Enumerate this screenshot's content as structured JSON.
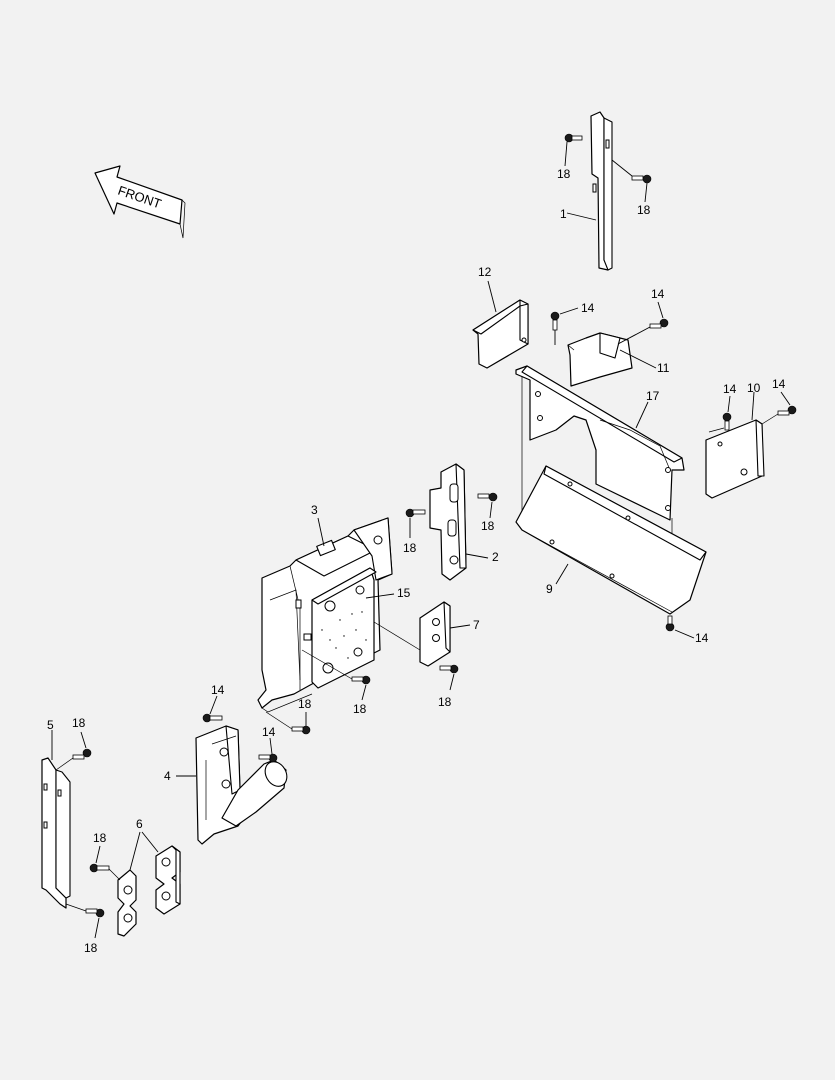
{
  "front_label": "FRONT",
  "callouts": {
    "c1": "1",
    "c2": "2",
    "c3": "3",
    "c4": "4",
    "c5": "5",
    "c6": "6",
    "c7": "7",
    "c9": "9",
    "c10": "10",
    "c11": "11",
    "c12": "12",
    "c15": "15",
    "c17": "17",
    "bolt18_a": "18",
    "bolt18_b": "18",
    "bolt18_c": "18",
    "bolt18_d": "18",
    "bolt18_e": "18",
    "bolt18_f": "18",
    "bolt18_g": "18",
    "bolt18_h": "18",
    "bolt18_i": "18",
    "bolt18_j": "18",
    "bolt14_a": "14",
    "bolt14_b": "14",
    "bolt14_c": "14",
    "bolt14_d": "14",
    "bolt14_e": "14",
    "bolt14_f": "14",
    "bolt14_g": "14"
  }
}
